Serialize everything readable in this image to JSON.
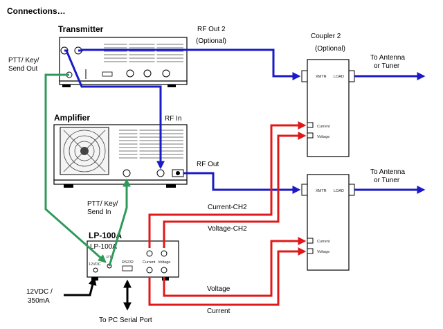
{
  "title": "Connections…",
  "devices": {
    "transmitter": {
      "label": "Transmitter"
    },
    "amplifier": {
      "label": "Amplifier"
    },
    "lp100a": {
      "label": "LP-100A",
      "panel_label": "LP-100A",
      "jacks": {
        "dc": "12VDC",
        "ptt": "PTT",
        "rs232": "RS232",
        "current": "Current",
        "voltage": "Voltage"
      }
    },
    "coupler_top": {
      "xmtr": "XMTR",
      "load": "LOAD",
      "current": "Current",
      "voltage": "Voltage"
    },
    "coupler_bottom": {
      "xmtr": "XMTR",
      "load": "LOAD",
      "current": "Current",
      "voltage": "Voltage"
    }
  },
  "labels": {
    "rf_out2_line1": "RF Out 2",
    "rf_out2_line2": "(Optional)",
    "coupler2_line1": "Coupler 2",
    "coupler2_line2": "(Optional)",
    "antenna_top_line1": "To Antenna",
    "antenna_top_line2": "or Tuner",
    "antenna_bottom_line1": "To Antenna",
    "antenna_bottom_line2": "or Tuner",
    "ptt_out_line1": "PTT/ Key/",
    "ptt_out_line2": "Send Out",
    "ptt_in_line1": "PTT/ Key/",
    "ptt_in_line2": "Send In",
    "rf_in": "RF In",
    "rf_out": "RF Out",
    "current_ch2": "Current-CH2",
    "voltage_ch2": "Voltage-CH2",
    "voltage": "Voltage",
    "current": "Current",
    "power_line1": "12VDC /",
    "power_line2": "350mA",
    "serial": "To PC Serial Port"
  },
  "colors": {
    "rf": "#1a1ac8",
    "sense": "#e01818",
    "ptt": "#2e9a5a",
    "power": "#000000"
  }
}
